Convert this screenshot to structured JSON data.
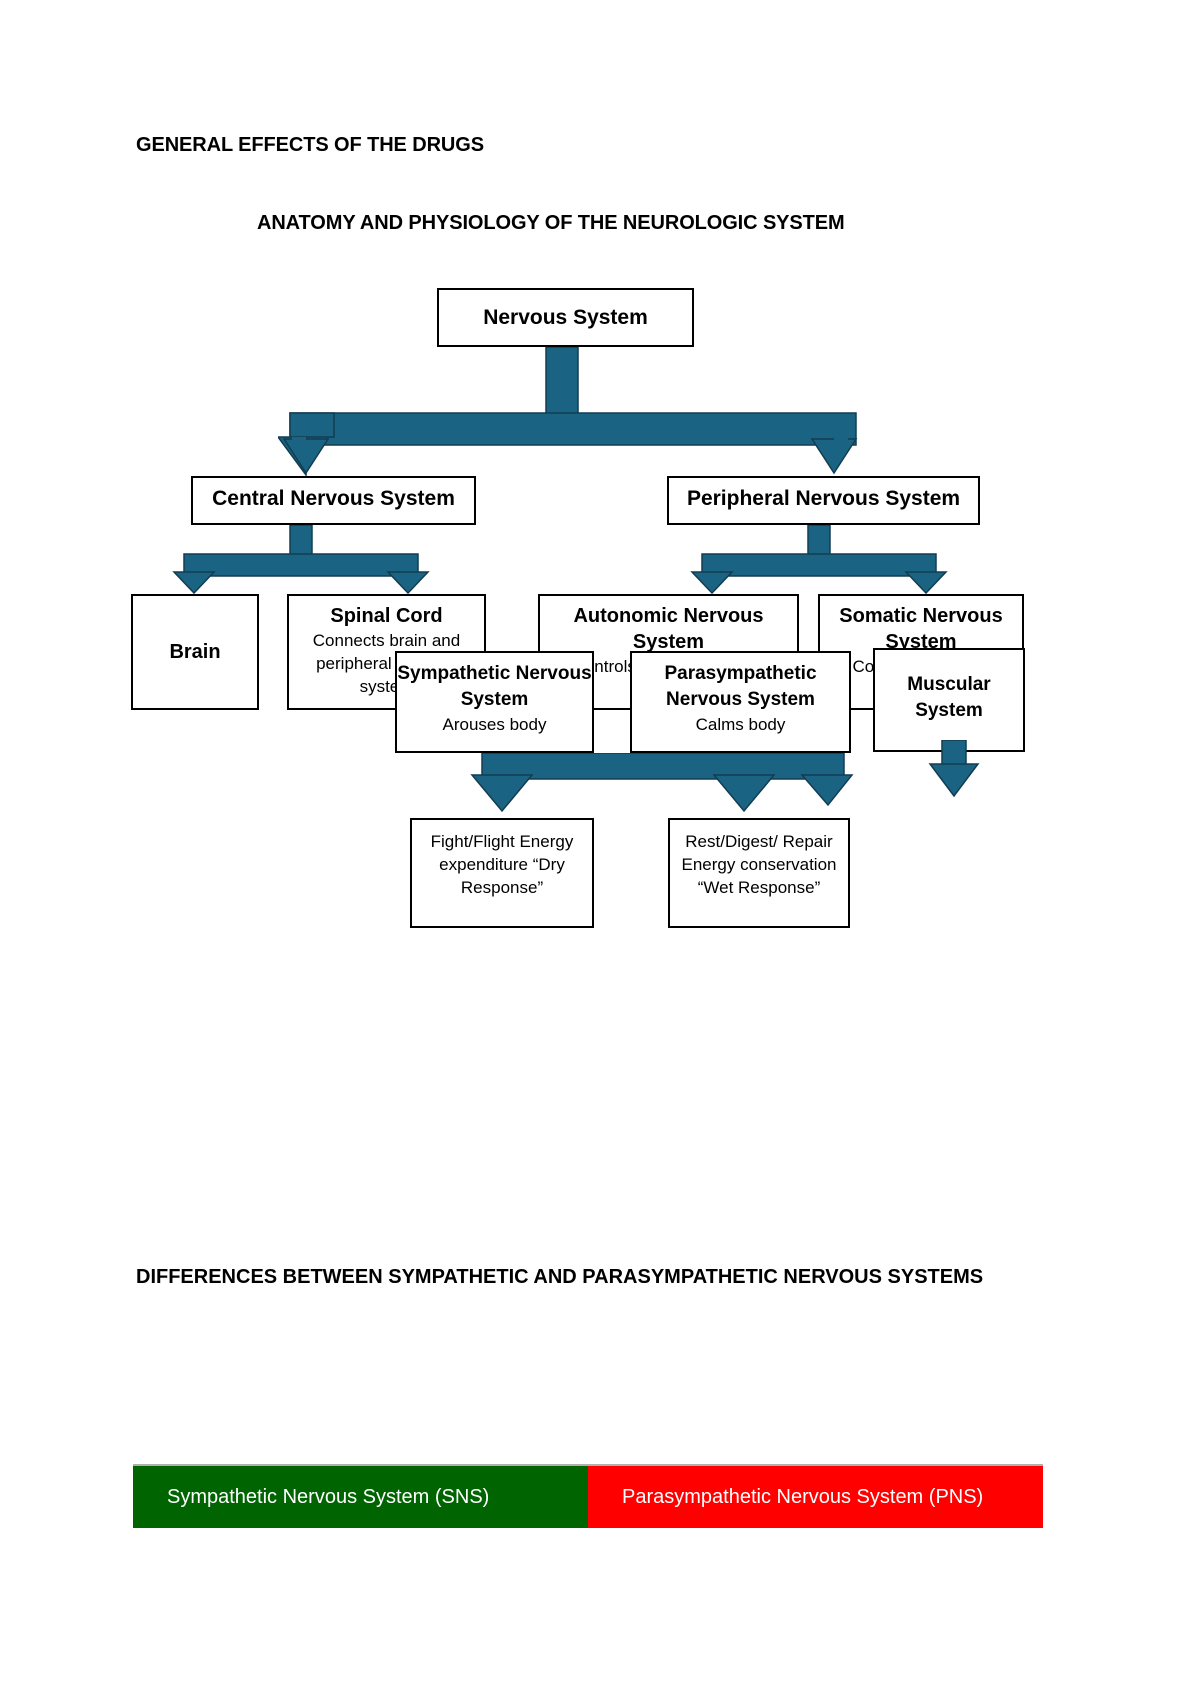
{
  "headings": {
    "general_effects": "GENERAL EFFECTS OF THE DRUGS",
    "anatomy": "ANATOMY AND PHYSIOLOGY OF THE NEUROLOGIC SYSTEM",
    "differences": "DIFFERENCES BETWEEN SYMPATHETIC AND PARASYMPATHETIC NERVOUS SYSTEMS"
  },
  "diagram": {
    "accent_color": "#1b6382",
    "box_border_color": "#000000",
    "nodes": {
      "root": {
        "title": "Nervous System"
      },
      "cns": {
        "title": "Central Nervous System"
      },
      "pns": {
        "title": "Peripheral Nervous System"
      },
      "brain": {
        "title": "Brain"
      },
      "spinal_cord": {
        "title": "Spinal Cord",
        "detail": "Connects brain and peripheral nervous system"
      },
      "autonomic": {
        "title": "Autonomic Nervous System",
        "detail": "Controls involuntary body functions"
      },
      "somatic": {
        "title": "Somatic Nervous System",
        "detail": "Controls voluntary muscles"
      },
      "sympathetic": {
        "title": "Sympathetic Nervous System",
        "detail": "Arouses body"
      },
      "parasympathetic": {
        "title": "Parasympathetic Nervous System",
        "detail": "Calms body"
      },
      "muscular": {
        "title": "Muscular System"
      },
      "fight_flight": {
        "lines": [
          "Fight/Flight",
          "Energy",
          "expenditure",
          "“Dry Response”"
        ]
      },
      "rest_digest": {
        "lines": [
          "Rest/Digest/",
          "Repair",
          "Energy",
          "conservation",
          "“Wet Response”"
        ]
      }
    }
  },
  "comparison_table": {
    "columns": [
      {
        "label": "Sympathetic Nervous System (SNS)",
        "color": "#006400"
      },
      {
        "label": "Parasympathetic Nervous System (PNS)",
        "color": "#ff0000"
      }
    ]
  }
}
